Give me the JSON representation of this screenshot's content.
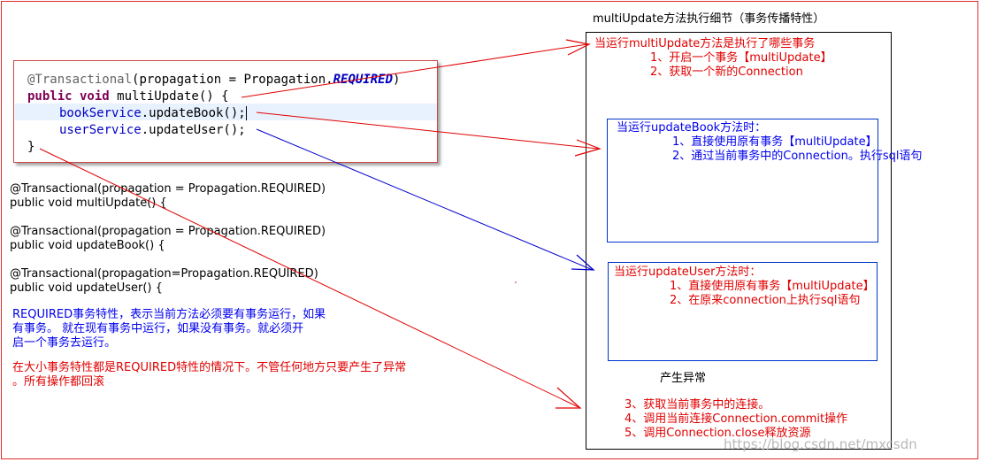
{
  "diagram_title": "multiUpdate方法执行细节（事务传播特性）",
  "code_block": {
    "line1_annotation": "@Transactional",
    "line1_mid": "(propagation = Propagation.",
    "line1_enum": "REQUIRED",
    "line1_end": ")",
    "line2_kw": "public void",
    "line2_rest": " multiUpdate() {",
    "line3_field": "bookService",
    "line3_rest": ".updateBook();",
    "line4_field": "userService",
    "line4_rest": ".updateUser();",
    "line5": "}"
  },
  "plain_code": [
    "@Transactional(propagation = Propagation.REQUIRED)",
    "public void multiUpdate() {",
    "@Transactional(propagation = Propagation.REQUIRED)",
    "public void updateBook() {",
    "@Transactional(propagation=Propagation.REQUIRED)",
    "public void updateUser() {"
  ],
  "note_required": [
    "REQUIRED事务特性，表示当前方法必须要有事务运行，如果",
    "有事务。 就在现有事务中运行，如果没有事务。就必须开",
    "启一个事务去运行。"
  ],
  "note_rollback": [
    "在大小事务特性都是REQUIRED特性的情况下。不管任何地方只要产生了异常",
    "。所有操作都回滚"
  ],
  "multi_update_steps": {
    "heading": "当运行multiUpdate方法是执行了哪些事务",
    "step1": "1、开启一个事务【multiUpdate】",
    "step2": "2、获取一个新的Connection"
  },
  "update_book_box": {
    "heading": "当运行updateBook方法时：",
    "step1": "1、直接使用原有事务【multiUpdate】",
    "step2": "2、通过当前事务中的Connection。执行sql语句"
  },
  "update_user_box": {
    "heading": "当运行updateUser方法时：",
    "step1": "1、直接使用原有事务【multiUpdate】",
    "step2": "2、在原来connection上执行sql语句"
  },
  "exception_label": "产生异常",
  "final_steps": [
    "3、获取当前事务中的连接。",
    "4、调用当前连接Connection.commit操作",
    "5、调用Connection.close释放资源"
  ],
  "watermark": "https://blog.csdn.net/mxcsdn",
  "colors": {
    "red": "#e00000",
    "blue": "#0000ee",
    "box_border": "#0033cc",
    "keyword": "#7f0055",
    "field": "#0000c0"
  }
}
